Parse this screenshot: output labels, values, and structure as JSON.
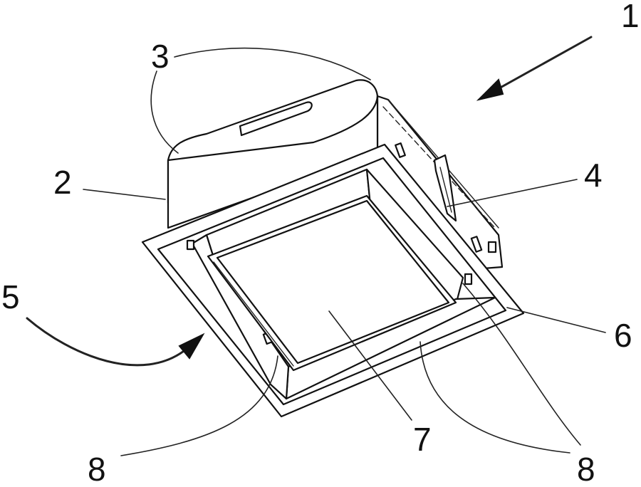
{
  "figure": {
    "labels": {
      "luminaire": "1",
      "housing": "2",
      "clips": "3",
      "spring": "4",
      "frame_assembly": "5",
      "frame": "6",
      "diffuser": "7",
      "inner_frame_left": "8",
      "inner_frame_right": "8"
    }
  }
}
